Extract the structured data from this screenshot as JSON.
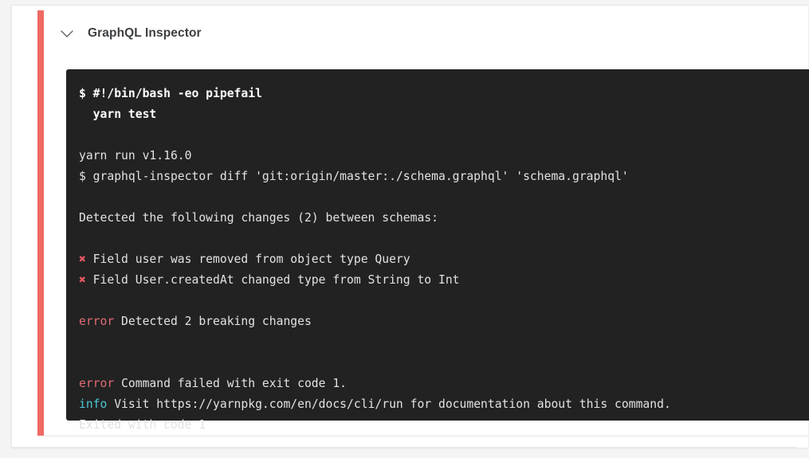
{
  "step": {
    "title": "GraphQL Inspector",
    "collapse_icon": "chevron-down-icon",
    "status_color": "#ee6a63"
  },
  "terminal": {
    "background_color": "#222222",
    "text_color": "#e2e2e2",
    "error_color": "#e06c75",
    "info_color": "#4cc7d4",
    "mark_color": "#e0575f",
    "lines": [
      {
        "id": "cmd-1",
        "kind": "command",
        "text": "$ #!/bin/bash -eo pipefail"
      },
      {
        "id": "cmd-2",
        "kind": "command",
        "text": "  yarn test"
      },
      {
        "id": "blank-1",
        "kind": "blank",
        "text": ""
      },
      {
        "id": "out-1",
        "kind": "output",
        "text": "yarn run v1.16.0"
      },
      {
        "id": "out-2",
        "kind": "output",
        "text": "$ graphql-inspector diff 'git:origin/master:./schema.graphql' 'schema.graphql'"
      },
      {
        "id": "blank-2",
        "kind": "blank",
        "text": ""
      },
      {
        "id": "out-3",
        "kind": "output",
        "text": "Detected the following changes (2) between schemas:"
      },
      {
        "id": "blank-3",
        "kind": "blank",
        "text": ""
      },
      {
        "id": "change-1",
        "kind": "marked",
        "mark": "✖",
        "text": " Field user was removed from object type Query"
      },
      {
        "id": "change-2",
        "kind": "marked",
        "mark": "✖",
        "text": " Field User.createdAt changed type from String to Int"
      },
      {
        "id": "blank-4",
        "kind": "blank",
        "text": ""
      },
      {
        "id": "err-1",
        "kind": "labeled",
        "label": "error",
        "label_kind": "error",
        "text": " Detected 2 breaking changes"
      },
      {
        "id": "blank-5",
        "kind": "blank",
        "text": ""
      },
      {
        "id": "blank-6",
        "kind": "blank",
        "text": ""
      },
      {
        "id": "err-2",
        "kind": "labeled",
        "label": "error",
        "label_kind": "error",
        "text": " Command failed with exit code 1."
      },
      {
        "id": "info-1",
        "kind": "labeled",
        "label": "info",
        "label_kind": "info",
        "text": " Visit https://yarnpkg.com/en/docs/cli/run for documentation about this command."
      },
      {
        "id": "out-4",
        "kind": "output",
        "text": "Exited with code 1"
      }
    ]
  }
}
